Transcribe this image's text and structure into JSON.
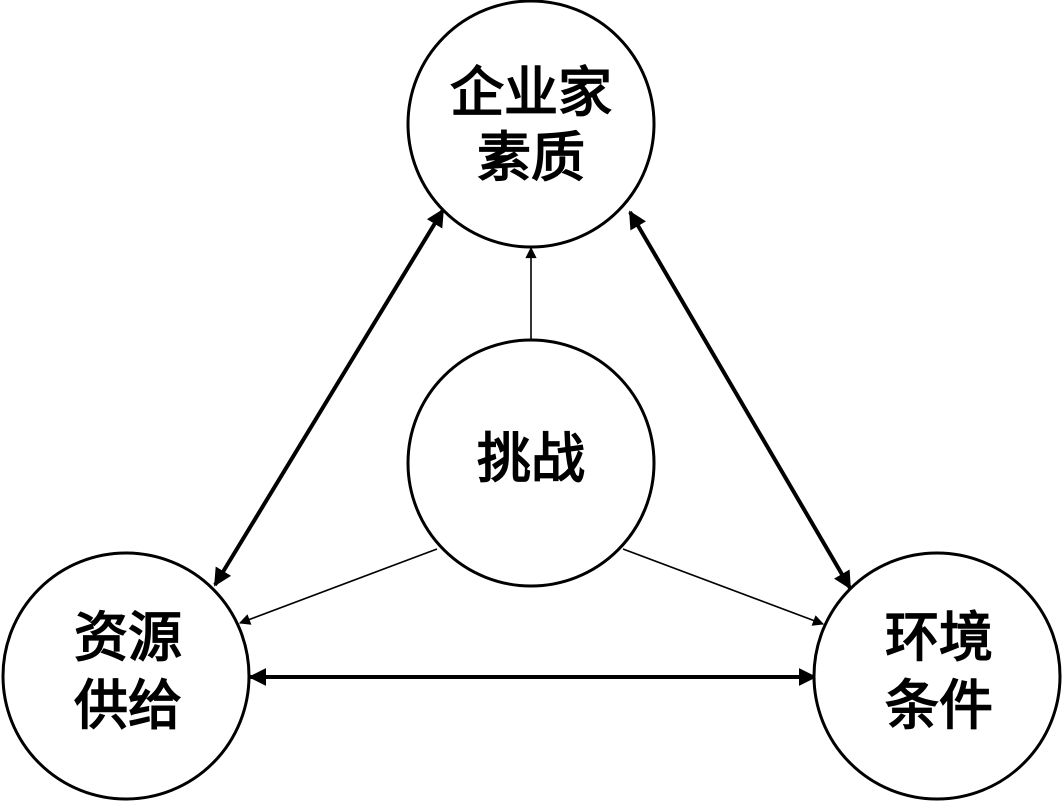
{
  "diagram": {
    "colors": {
      "stroke": "#000000",
      "fill": "#ffffff"
    },
    "nodes": {
      "entrepreneur": {
        "line1": "企业家",
        "line2": "素质"
      },
      "challenge": {
        "line1": "挑战"
      },
      "resource": {
        "line1": "资源",
        "line2": "供给"
      },
      "environment": {
        "line1": "环境",
        "line2": "条件"
      }
    },
    "edges": [
      {
        "from": "resource",
        "to": "entrepreneur",
        "style": "thick",
        "direction": "both"
      },
      {
        "from": "entrepreneur",
        "to": "environment",
        "style": "thick",
        "direction": "both"
      },
      {
        "from": "resource",
        "to": "environment",
        "style": "thick",
        "direction": "both"
      },
      {
        "from": "challenge",
        "to": "entrepreneur",
        "style": "thin",
        "direction": "forward"
      },
      {
        "from": "challenge",
        "to": "resource",
        "style": "thin",
        "direction": "forward"
      },
      {
        "from": "challenge",
        "to": "environment",
        "style": "thin",
        "direction": "forward"
      }
    ]
  }
}
